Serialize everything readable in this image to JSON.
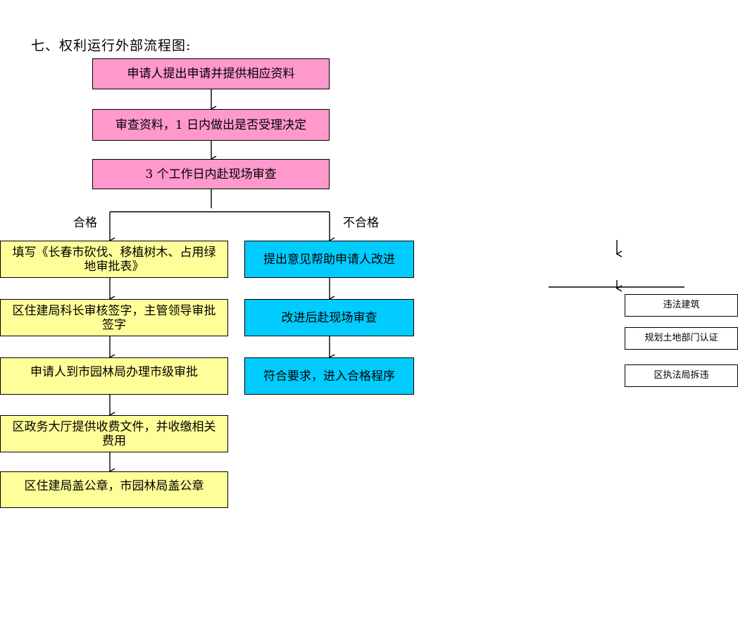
{
  "heading": "七、权利运行外部流程图:",
  "main_flow": {
    "step1": "申请人提出申请并提供相应资料",
    "step2": "审查资料，1 日内做出是否受理决定",
    "step3": "3 个工作日内赴现场审查"
  },
  "branch_labels": {
    "pass": "合格",
    "fail": "不合格"
  },
  "pass_branch": {
    "step1": "填写《长春市砍伐、移植树木、占用绿地审批表》",
    "step2": "区住建局科长审核签字，主管领导审批签字",
    "step3": "申请人到市园林局办理市级审批",
    "step4": "区政务大厅提供收费文件，并收缴相关费用",
    "step5": "区住建局盖公章，市园林局盖公章"
  },
  "fail_branch": {
    "step1": "提出意见帮助申请人改进",
    "step2": "改进后赴现场审查",
    "step3": "符合要求，进入合格程序"
  },
  "side_boxes": {
    "box1": "违法建筑",
    "box2": "规划土地部门认证",
    "box3": "区执法局拆违"
  },
  "colors": {
    "pink": "#ff99cc",
    "yellow": "#ffff99",
    "cyan": "#00ccff"
  }
}
